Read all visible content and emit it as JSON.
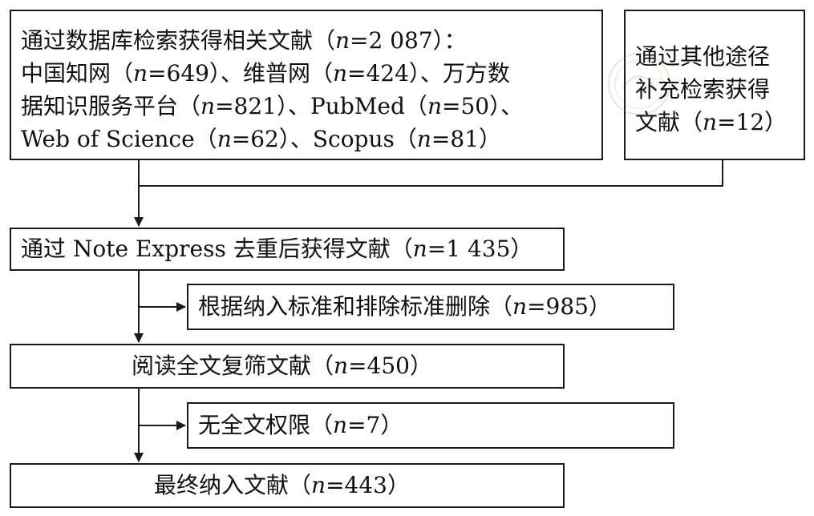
{
  "flow": {
    "database_box": {
      "lines": [
        {
          "pre": "通过数据库检索获得相关文献（",
          "n": "n",
          "post": "=2 087）："
        },
        {
          "pre": "中国知网（",
          "n": "n",
          "post": "=649）、维普网（",
          "n2": "n",
          "post2": "=424）、万方数"
        },
        {
          "pre": "据知识服务平台（",
          "n": "n",
          "post": "=821）、PubMed（",
          "n2": "n",
          "post2": "=50）、"
        },
        {
          "pre": "Web of Science（",
          "n": "n",
          "post": "=62）、Scopus（",
          "n2": "n",
          "post2": "=81）"
        }
      ]
    },
    "other_box": {
      "lines": [
        {
          "pre": "通过其他途径"
        },
        {
          "pre": "补充检索获得"
        },
        {
          "pre": "文献（",
          "n": "n",
          "post": "=12）"
        }
      ]
    },
    "dedup_box": {
      "pre": "通过 Note Express 去重后获得文献（",
      "n": "n",
      "post": "=1 435）"
    },
    "exclude_box": {
      "pre": "根据纳入标准和排除标准删除（",
      "n": "n",
      "post": "=985）"
    },
    "fulltext_box": {
      "pre": "阅读全文复筛文献（",
      "n": "n",
      "post": "=450）"
    },
    "noaccess_box": {
      "pre": "无全文权限（",
      "n": "n",
      "post": "=7）"
    },
    "final_box": {
      "pre": "最终纳入文献（",
      "n": "n",
      "post": "=443）"
    }
  },
  "colors": {
    "stroke": "#1a1a1a",
    "text": "#111111",
    "background": "#ffffff"
  }
}
